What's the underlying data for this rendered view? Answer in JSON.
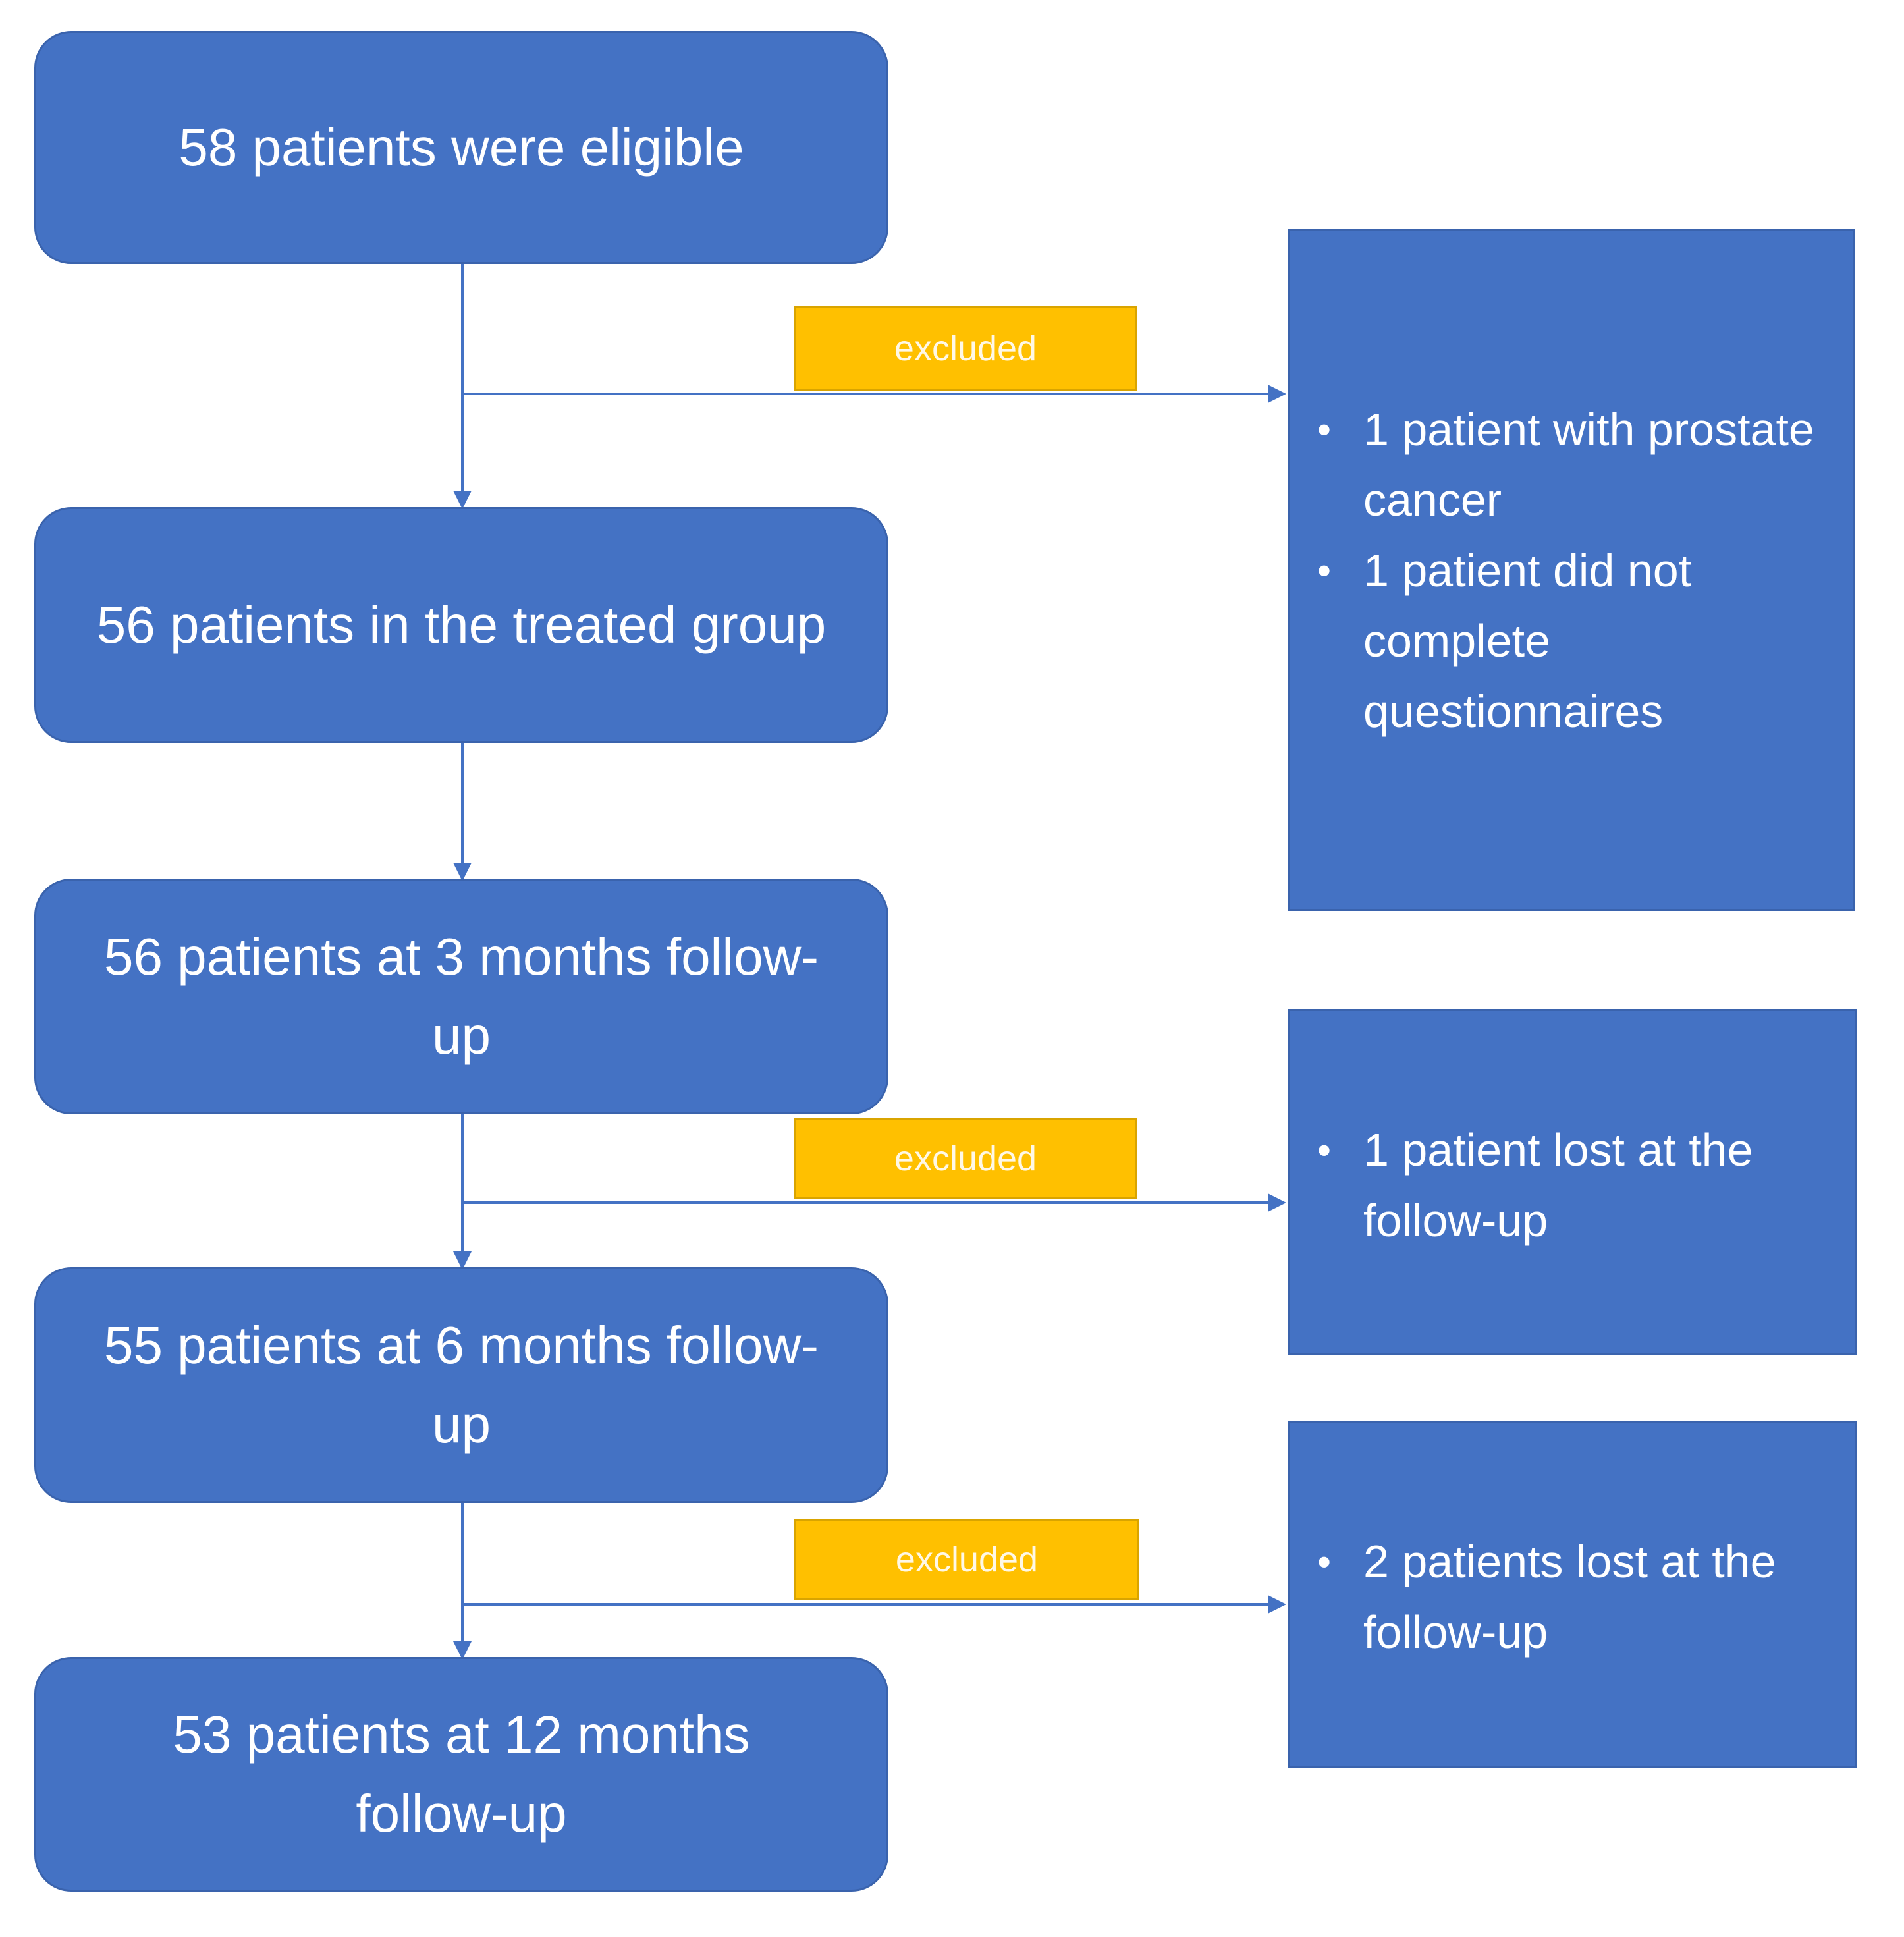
{
  "colors": {
    "box_fill": "#4472c4",
    "box_border": "#3a63ad",
    "tag_fill": "#ffc000",
    "connector": "#4472c4",
    "text": "#ffffff"
  },
  "stages": [
    {
      "text": "58 patients were eligible"
    },
    {
      "text": "56 patients in the treated group"
    },
    {
      "text": "56 patients at 3 months follow-up"
    },
    {
      "text": "55 patients at 6 months follow-up"
    },
    {
      "text": "53 patients at 12 months follow-up"
    }
  ],
  "exclusions": [
    {
      "tag": "excluded",
      "items": [
        "1 patient with prostate cancer",
        "1 patient did not complete questionnaires"
      ]
    },
    {
      "tag": "excluded",
      "items": [
        "1 patient lost at the follow-up"
      ]
    },
    {
      "tag": "excluded",
      "items": [
        "2 patients lost at the follow-up"
      ]
    }
  ]
}
